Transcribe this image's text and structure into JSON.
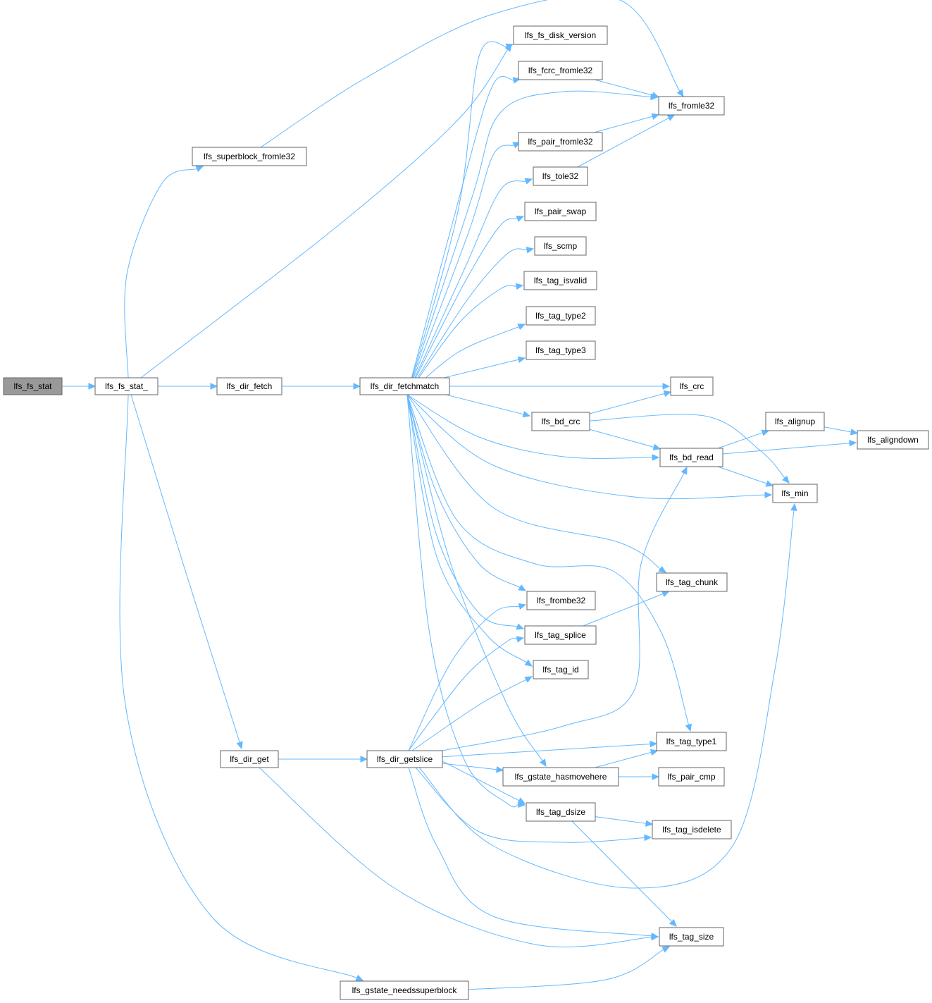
{
  "graph": {
    "edge_color": "#63b8ff",
    "node_border_color": "#666666",
    "root_fill": "#999999",
    "nodes": [
      {
        "id": "lfs_fs_stat",
        "label": "lfs_fs_stat",
        "root": true
      },
      {
        "id": "lfs_fs_stat_",
        "label": "lfs_fs_stat_"
      },
      {
        "id": "lfs_superblock_fromle32",
        "label": "lfs_superblock_fromle32"
      },
      {
        "id": "lfs_dir_fetch",
        "label": "lfs_dir_fetch"
      },
      {
        "id": "lfs_dir_get",
        "label": "lfs_dir_get"
      },
      {
        "id": "lfs_gstate_needssuperblock",
        "label": "lfs_gstate_needssuperblock"
      },
      {
        "id": "lfs_dir_fetchmatch",
        "label": "lfs_dir_fetchmatch"
      },
      {
        "id": "lfs_dir_getslice",
        "label": "lfs_dir_getslice"
      },
      {
        "id": "lfs_fs_disk_version",
        "label": "lfs_fs_disk_version"
      },
      {
        "id": "lfs_fcrc_fromle32",
        "label": "lfs_fcrc_fromle32"
      },
      {
        "id": "lfs_pair_fromle32",
        "label": "lfs_pair_fromle32"
      },
      {
        "id": "lfs_tole32",
        "label": "lfs_tole32"
      },
      {
        "id": "lfs_pair_swap",
        "label": "lfs_pair_swap"
      },
      {
        "id": "lfs_scmp",
        "label": "lfs_scmp"
      },
      {
        "id": "lfs_tag_isvalid",
        "label": "lfs_tag_isvalid"
      },
      {
        "id": "lfs_tag_type2",
        "label": "lfs_tag_type2"
      },
      {
        "id": "lfs_tag_type3",
        "label": "lfs_tag_type3"
      },
      {
        "id": "lfs_bd_crc",
        "label": "lfs_bd_crc"
      },
      {
        "id": "lfs_frombe32",
        "label": "lfs_frombe32"
      },
      {
        "id": "lfs_tag_splice",
        "label": "lfs_tag_splice"
      },
      {
        "id": "lfs_tag_id",
        "label": "lfs_tag_id"
      },
      {
        "id": "lfs_gstate_hasmovehere",
        "label": "lfs_gstate_hasmovehere"
      },
      {
        "id": "lfs_tag_dsize",
        "label": "lfs_tag_dsize"
      },
      {
        "id": "lfs_fromle32",
        "label": "lfs_fromle32"
      },
      {
        "id": "lfs_crc",
        "label": "lfs_crc"
      },
      {
        "id": "lfs_bd_read",
        "label": "lfs_bd_read"
      },
      {
        "id": "lfs_tag_chunk",
        "label": "lfs_tag_chunk"
      },
      {
        "id": "lfs_tag_type1",
        "label": "lfs_tag_type1"
      },
      {
        "id": "lfs_pair_cmp",
        "label": "lfs_pair_cmp"
      },
      {
        "id": "lfs_tag_isdelete",
        "label": "lfs_tag_isdelete"
      },
      {
        "id": "lfs_tag_size",
        "label": "lfs_tag_size"
      },
      {
        "id": "lfs_alignup",
        "label": "lfs_alignup"
      },
      {
        "id": "lfs_min",
        "label": "lfs_min"
      },
      {
        "id": "lfs_aligndown",
        "label": "lfs_aligndown"
      }
    ],
    "edges": [
      [
        "lfs_fs_stat",
        "lfs_fs_stat_"
      ],
      [
        "lfs_fs_stat_",
        "lfs_superblock_fromle32"
      ],
      [
        "lfs_fs_stat_",
        "lfs_fs_disk_version"
      ],
      [
        "lfs_fs_stat_",
        "lfs_dir_fetch"
      ],
      [
        "lfs_fs_stat_",
        "lfs_dir_get"
      ],
      [
        "lfs_fs_stat_",
        "lfs_gstate_needssuperblock"
      ],
      [
        "lfs_superblock_fromle32",
        "lfs_fromle32"
      ],
      [
        "lfs_dir_fetch",
        "lfs_dir_fetchmatch"
      ],
      [
        "lfs_dir_fetchmatch",
        "lfs_fs_disk_version"
      ],
      [
        "lfs_dir_fetchmatch",
        "lfs_fcrc_fromle32"
      ],
      [
        "lfs_dir_fetchmatch",
        "lfs_fromle32"
      ],
      [
        "lfs_dir_fetchmatch",
        "lfs_pair_fromle32"
      ],
      [
        "lfs_dir_fetchmatch",
        "lfs_tole32"
      ],
      [
        "lfs_dir_fetchmatch",
        "lfs_pair_swap"
      ],
      [
        "lfs_dir_fetchmatch",
        "lfs_scmp"
      ],
      [
        "lfs_dir_fetchmatch",
        "lfs_tag_isvalid"
      ],
      [
        "lfs_dir_fetchmatch",
        "lfs_tag_type2"
      ],
      [
        "lfs_dir_fetchmatch",
        "lfs_tag_type3"
      ],
      [
        "lfs_dir_fetchmatch",
        "lfs_crc"
      ],
      [
        "lfs_dir_fetchmatch",
        "lfs_bd_crc"
      ],
      [
        "lfs_dir_fetchmatch",
        "lfs_bd_read"
      ],
      [
        "lfs_dir_fetchmatch",
        "lfs_min"
      ],
      [
        "lfs_dir_fetchmatch",
        "lfs_tag_chunk"
      ],
      [
        "lfs_dir_fetchmatch",
        "lfs_frombe32"
      ],
      [
        "lfs_dir_fetchmatch",
        "lfs_tag_splice"
      ],
      [
        "lfs_dir_fetchmatch",
        "lfs_tag_id"
      ],
      [
        "lfs_dir_fetchmatch",
        "lfs_tag_type1"
      ],
      [
        "lfs_dir_fetchmatch",
        "lfs_gstate_hasmovehere"
      ],
      [
        "lfs_dir_fetchmatch",
        "lfs_tag_dsize"
      ],
      [
        "lfs_fcrc_fromle32",
        "lfs_fromle32"
      ],
      [
        "lfs_pair_fromle32",
        "lfs_fromle32"
      ],
      [
        "lfs_tole32",
        "lfs_fromle32"
      ],
      [
        "lfs_bd_crc",
        "lfs_crc"
      ],
      [
        "lfs_bd_crc",
        "lfs_bd_read"
      ],
      [
        "lfs_bd_crc",
        "lfs_min"
      ],
      [
        "lfs_bd_read",
        "lfs_alignup"
      ],
      [
        "lfs_bd_read",
        "lfs_aligndown"
      ],
      [
        "lfs_bd_read",
        "lfs_min"
      ],
      [
        "lfs_alignup",
        "lfs_aligndown"
      ],
      [
        "lfs_tag_splice",
        "lfs_tag_chunk"
      ],
      [
        "lfs_dir_get",
        "lfs_dir_getslice"
      ],
      [
        "lfs_dir_get",
        "lfs_tag_size"
      ],
      [
        "lfs_dir_getslice",
        "lfs_frombe32"
      ],
      [
        "lfs_dir_getslice",
        "lfs_tag_splice"
      ],
      [
        "lfs_dir_getslice",
        "lfs_tag_id"
      ],
      [
        "lfs_dir_getslice",
        "lfs_bd_read"
      ],
      [
        "lfs_dir_getslice",
        "lfs_tag_type1"
      ],
      [
        "lfs_dir_getslice",
        "lfs_gstate_hasmovehere"
      ],
      [
        "lfs_dir_getslice",
        "lfs_tag_dsize"
      ],
      [
        "lfs_dir_getslice",
        "lfs_tag_isdelete"
      ],
      [
        "lfs_dir_getslice",
        "lfs_min"
      ],
      [
        "lfs_dir_getslice",
        "lfs_tag_size"
      ],
      [
        "lfs_gstate_hasmovehere",
        "lfs_tag_type1"
      ],
      [
        "lfs_gstate_hasmovehere",
        "lfs_pair_cmp"
      ],
      [
        "lfs_tag_dsize",
        "lfs_tag_isdelete"
      ],
      [
        "lfs_tag_dsize",
        "lfs_tag_size"
      ],
      [
        "lfs_gstate_needssuperblock",
        "lfs_tag_size"
      ]
    ]
  }
}
